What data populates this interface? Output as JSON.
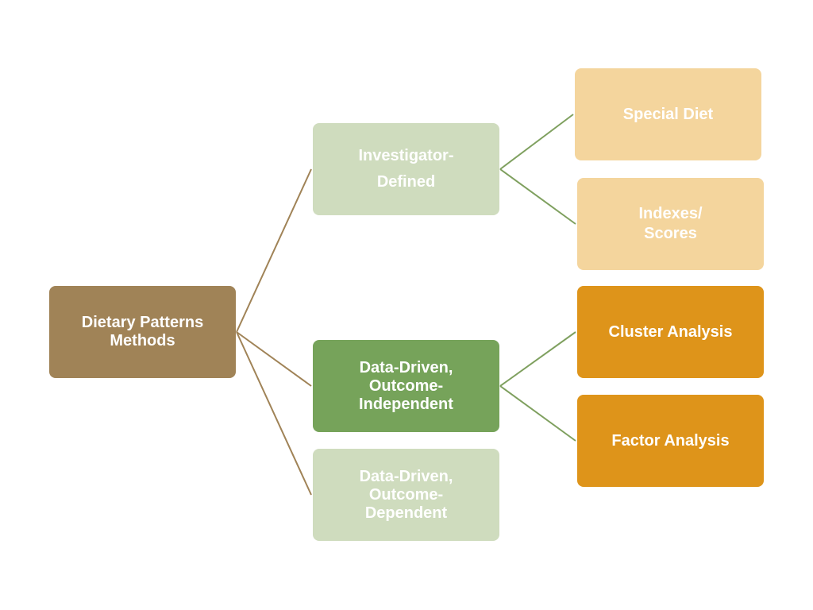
{
  "diagram": {
    "nodes": {
      "root": "Dietary Patterns\nMethods",
      "investigator_defined": "Investigator-\nDefined",
      "data_driven_independent": "Data-Driven,\nOutcome-\nIndependent",
      "data_driven_dependent": "Data-Driven,\nOutcome-\nDependent",
      "special_diet": "Special Diet",
      "indexes_scores": "Indexes/\nScores",
      "cluster_analysis": "Cluster Analysis",
      "factor_analysis": "Factor  Analysis"
    },
    "edges": [
      {
        "from": "root",
        "to": "investigator_defined"
      },
      {
        "from": "root",
        "to": "data_driven_independent"
      },
      {
        "from": "root",
        "to": "data_driven_dependent"
      },
      {
        "from": "investigator_defined",
        "to": "special_diet"
      },
      {
        "from": "investigator_defined",
        "to": "indexes_scores"
      },
      {
        "from": "data_driven_independent",
        "to": "cluster_analysis"
      },
      {
        "from": "data_driven_independent",
        "to": "factor_analysis"
      }
    ],
    "colors": {
      "root": "#a08357",
      "level2_light": "#cfdcbe",
      "level2_dark": "#76a35a",
      "level3_light": "#f4d59d",
      "level3_dark": "#de941a",
      "root_connector": "#a08357",
      "branch_connector": "#7fa05f"
    }
  }
}
